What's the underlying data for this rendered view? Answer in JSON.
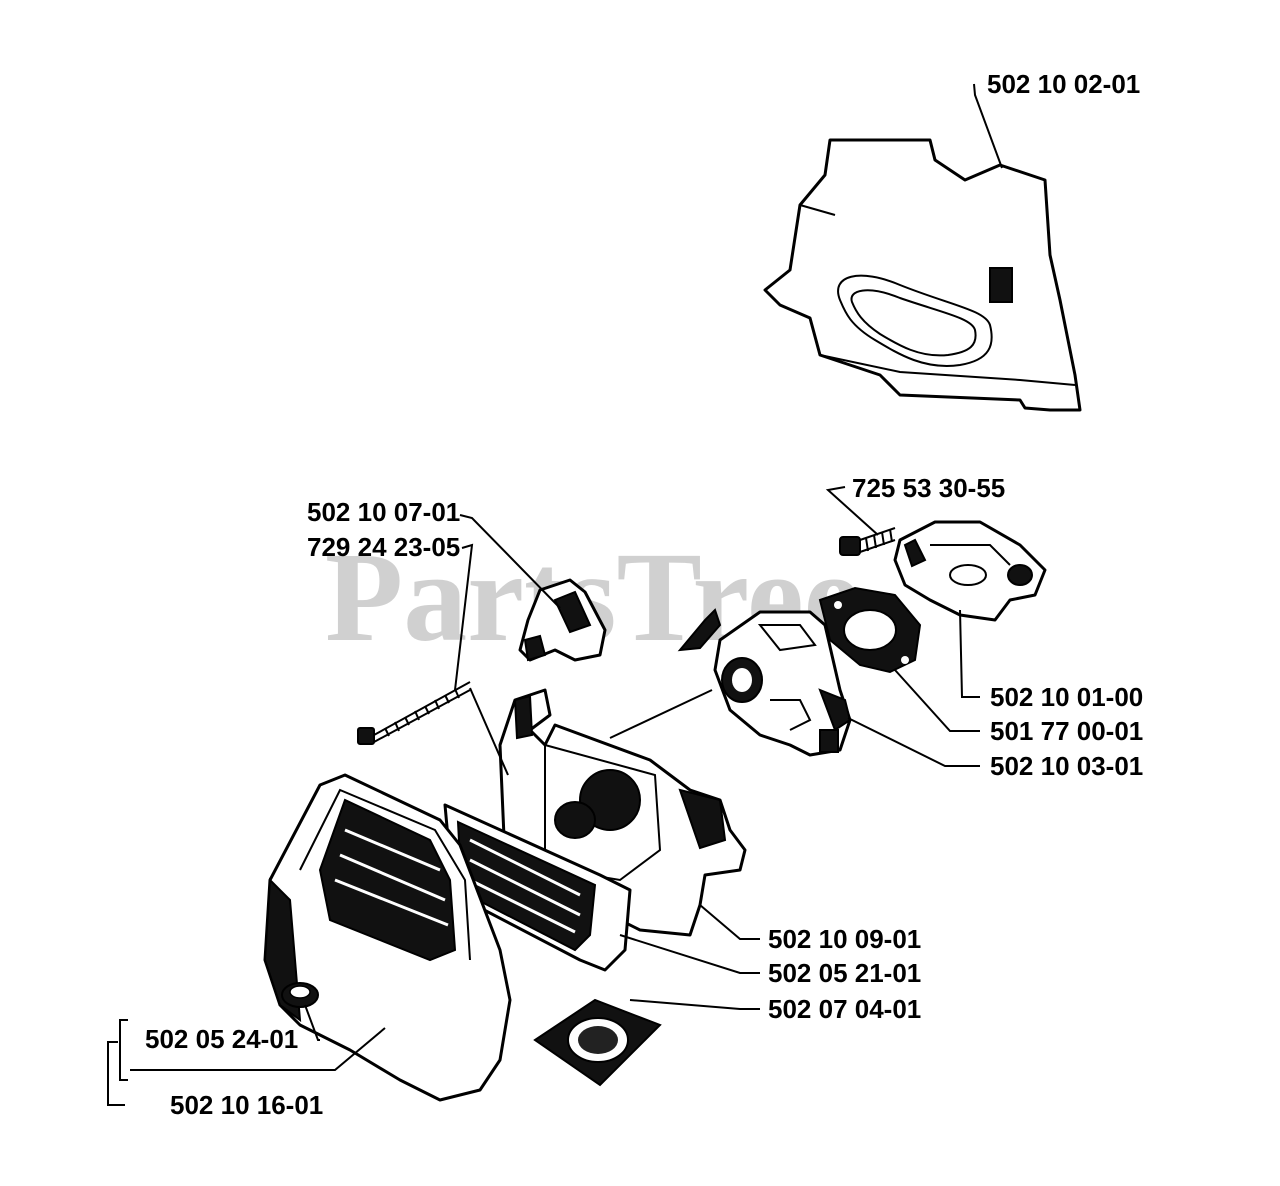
{
  "watermark": "PartsTree",
  "parts": {
    "p1": "502 10 02-01",
    "p2": "725 53 30-55",
    "p3": "502 10 07-01",
    "p4": "729 24 23-05",
    "p5": "502 10 01-00",
    "p6": "501 77 00-01",
    "p7": "502 10 03-01",
    "p8": "502 10 09-01",
    "p9": "502 05 21-01",
    "p10": "502 07 04-01",
    "p11": "502 05 24-01",
    "p12": "502 10 16-01"
  },
  "colors": {
    "ink": "#000000",
    "watermark": "#bdbdbd",
    "background": "#ffffff"
  }
}
